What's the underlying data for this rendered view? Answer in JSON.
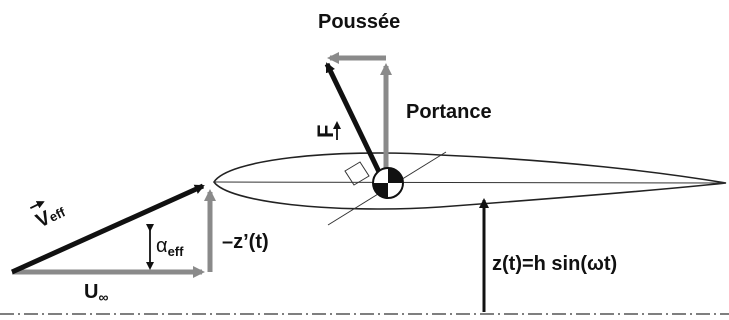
{
  "labels": {
    "thrust": "Poussée",
    "lift": "Portance",
    "force_symbol": "F",
    "v_eff_base": "V",
    "v_eff_sub": "eff",
    "alpha_base": "α",
    "alpha_sub": "eff",
    "z_prime": "–z’(t)",
    "u_base": "U",
    "u_sub": "∞",
    "z_t": "z(t)=h sin(ωt)"
  },
  "colors": {
    "black_arrow": "#111111",
    "gray_arrow": "#8a8a8a",
    "outline": "#222222"
  }
}
